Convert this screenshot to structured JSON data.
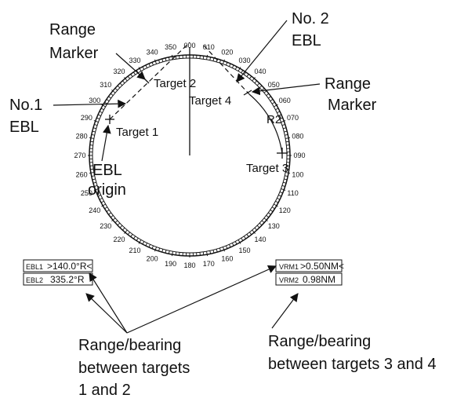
{
  "callouts": {
    "range_marker_left": [
      "Range",
      "Marker"
    ],
    "no2_ebl": [
      "No. 2",
      "EBL"
    ],
    "range_marker_right": [
      "Range",
      "Marker"
    ],
    "no1_ebl": [
      "No.1",
      "EBL"
    ],
    "ebl_origin": [
      "EBL",
      "origin"
    ],
    "r2": "R2",
    "bottom_left": [
      "Range/bearing",
      "between targets",
      "1 and 2"
    ],
    "bottom_right": [
      "Range/bearing",
      "between targets 3 and 4"
    ]
  },
  "targets": {
    "t1": "Target 1",
    "t2": "Target 2",
    "t3": "Target 3",
    "t4": "Target 4"
  },
  "bearing_labels": [
    "000",
    "010",
    "020",
    "030",
    "040",
    "050",
    "060",
    "070",
    "080",
    "090",
    "100",
    "110",
    "120",
    "130",
    "140",
    "150",
    "160",
    "170",
    "180",
    "190",
    "200",
    "210",
    "220",
    "230",
    "240",
    "250",
    "260",
    "270",
    "280",
    "290",
    "300",
    "310",
    "320",
    "330",
    "340",
    "350"
  ],
  "readouts": {
    "ebl1_name": "EBL1",
    "ebl1_value": ">140.0°R<",
    "ebl2_name": "EBL2",
    "ebl2_value": "335.2°R",
    "vrm1_name": "VRM1",
    "vrm1_value": ">0.50NM<",
    "vrm2_name": "VRM2",
    "vrm2_value": "0.98NM"
  }
}
